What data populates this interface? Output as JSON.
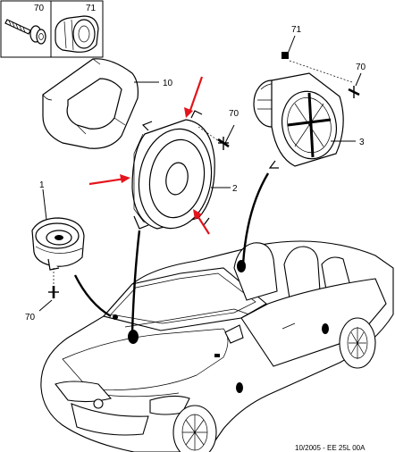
{
  "inset": {
    "labels": [
      "70",
      "71"
    ]
  },
  "callouts": {
    "c10": "10",
    "c71": "71",
    "c70a": "70",
    "c70b": "70",
    "c3": "3",
    "c2": "2",
    "c1": "1",
    "c70c": "70"
  },
  "footer": {
    "ref": "10/2005 - EE 25L 00A"
  },
  "colors": {
    "arrow": "#e3141c",
    "line": "#000000"
  }
}
